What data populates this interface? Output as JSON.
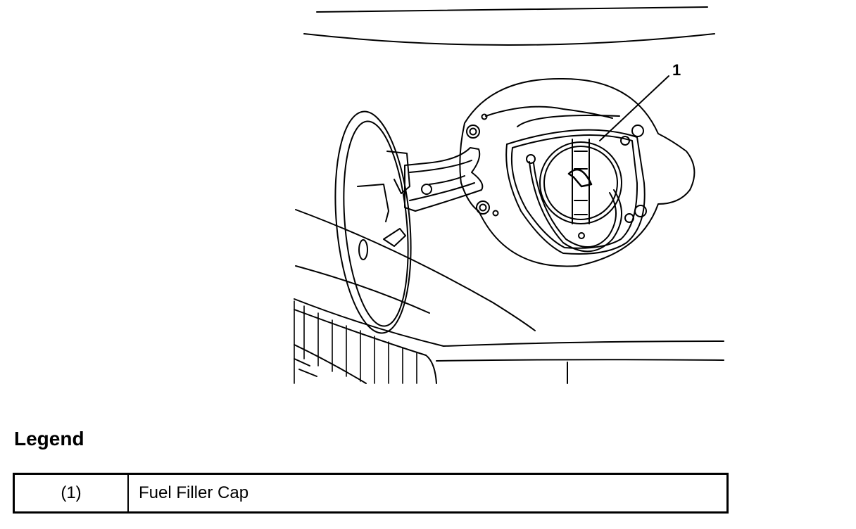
{
  "diagram": {
    "callout": "1"
  },
  "legend": {
    "heading": "Legend",
    "rows": [
      {
        "number": "(1)",
        "description": "Fuel Filler Cap"
      }
    ]
  }
}
